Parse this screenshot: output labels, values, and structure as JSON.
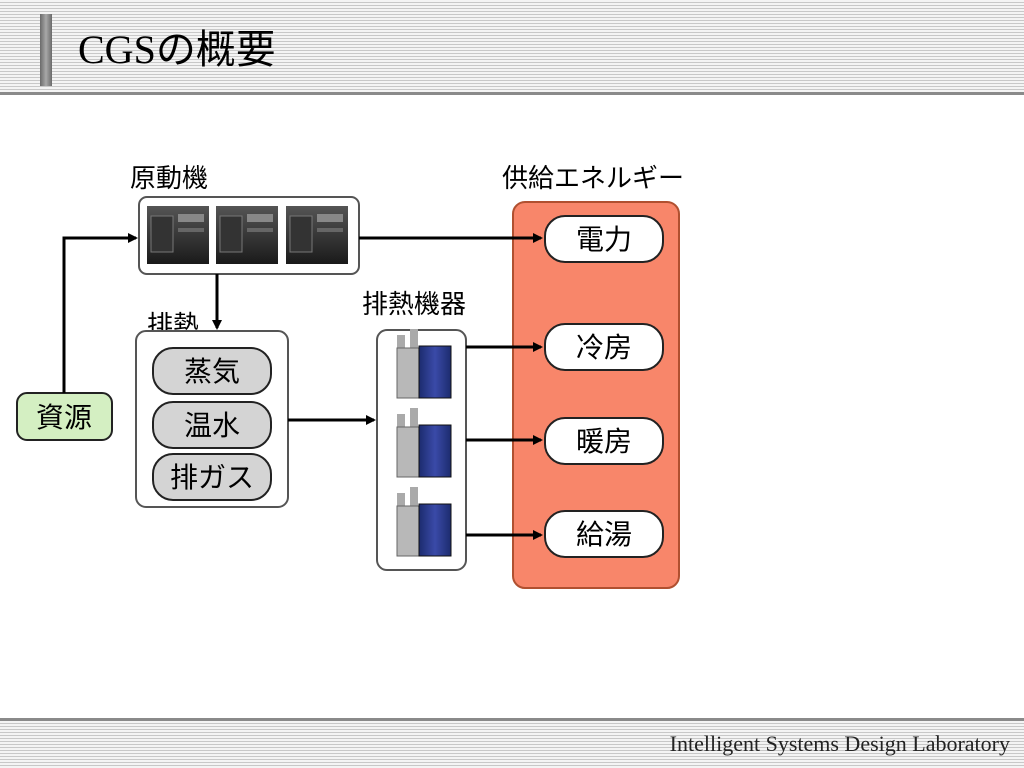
{
  "slide": {
    "title": "CGSの概要",
    "footer": "Intelligent Systems Design Laboratory"
  },
  "diagram": {
    "prime_mover_label": "原動機",
    "exhaust_heat_label": "排熱",
    "exhaust_heat_items": [
      "蒸気",
      "温水",
      "排ガス"
    ],
    "resource_label": "資源",
    "heat_equipment_label": "排熱機器",
    "energy_label": "供給エネルギー",
    "energy_items": [
      "電力",
      "冷房",
      "暖房",
      "給湯"
    ]
  },
  "colors": {
    "energy_panel": "#f8866a",
    "resource_box": "#d4efc2",
    "exhaust_item": "#d4d4d4"
  }
}
